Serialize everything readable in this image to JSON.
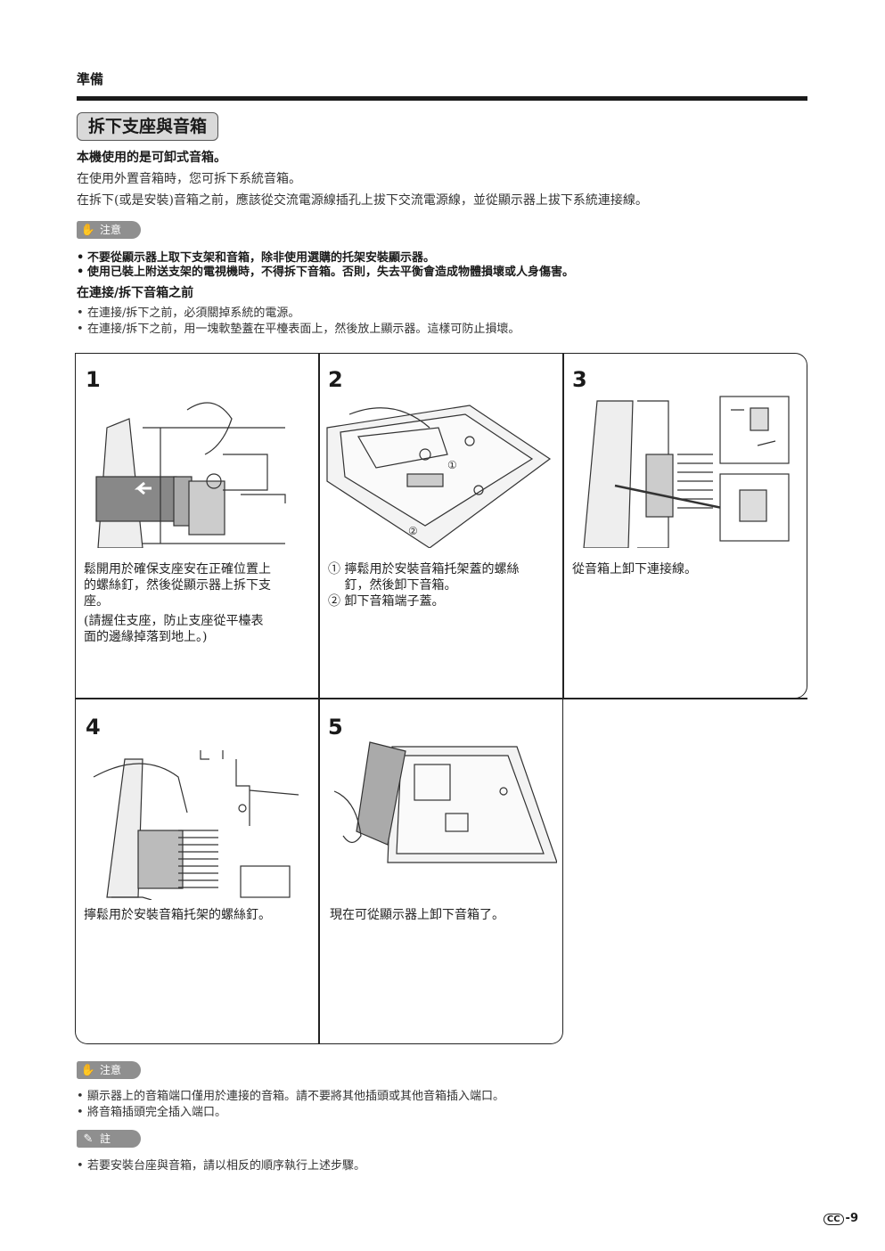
{
  "header": {
    "section": "準備"
  },
  "title": "拆下支座與音箱",
  "intro": {
    "bold": "本機使用的是可卸式音箱。",
    "line1": "在使用外置音箱時，您可拆下系統音箱。",
    "line2": "在拆下(或是安裝)音箱之前，應該從交流電源線插孔上拔下交流電源線，並從顯示器上拔下系統連接線。"
  },
  "caution1": {
    "label": "注意",
    "items": [
      "不要從顯示器上取下支架和音箱，除非使用選購的托架安裝顯示器。",
      "使用已裝上附送支架的電視機時，不得拆下音箱。否則，失去平衡會造成物體損壞或人身傷害。"
    ]
  },
  "before": {
    "heading": "在連接/拆下音箱之前",
    "items": [
      "在連接/拆下之前，必須關掉系統的電源。",
      "在連接/拆下之前，用一塊軟墊蓋在平檯表面上，然後放上顯示器。這樣可防止損壞。"
    ]
  },
  "steps": [
    {
      "num": "1",
      "lines": [
        "鬆開用於確保支座安在正確位置上",
        "的螺絲釘，然後從顯示器上拆下支",
        "座。"
      ],
      "note": [
        "(請握住支座，防止支座從平檯表",
        "面的邊緣掉落到地上。)"
      ]
    },
    {
      "num": "2",
      "lines": [
        "① 擰鬆用於安裝音箱托架蓋的螺絲",
        "　 釘，然後卸下音箱。",
        "② 卸下音箱端子蓋。"
      ],
      "callouts": [
        "①",
        "②"
      ]
    },
    {
      "num": "3",
      "lines": [
        "從音箱上卸下連接線。"
      ]
    },
    {
      "num": "4",
      "lines": [
        "擰鬆用於安裝音箱托架的螺絲釘。"
      ]
    },
    {
      "num": "5",
      "lines": [
        "現在可從顯示器上卸下音箱了。"
      ]
    }
  ],
  "caution2": {
    "label": "注意",
    "items": [
      "顯示器上的音箱端口僅用於連接的音箱。請不要將其他插頭或其他音箱插入端口。",
      "將音箱插頭完全插入端口。"
    ]
  },
  "note": {
    "label": "註",
    "items": [
      "若要安裝台座與音箱，請以相反的順序執行上述步驟。"
    ]
  },
  "footer": {
    "lang": "CC",
    "page": "-9"
  },
  "icons": {
    "caution": "hand-icon",
    "note": "pencil-icon"
  }
}
